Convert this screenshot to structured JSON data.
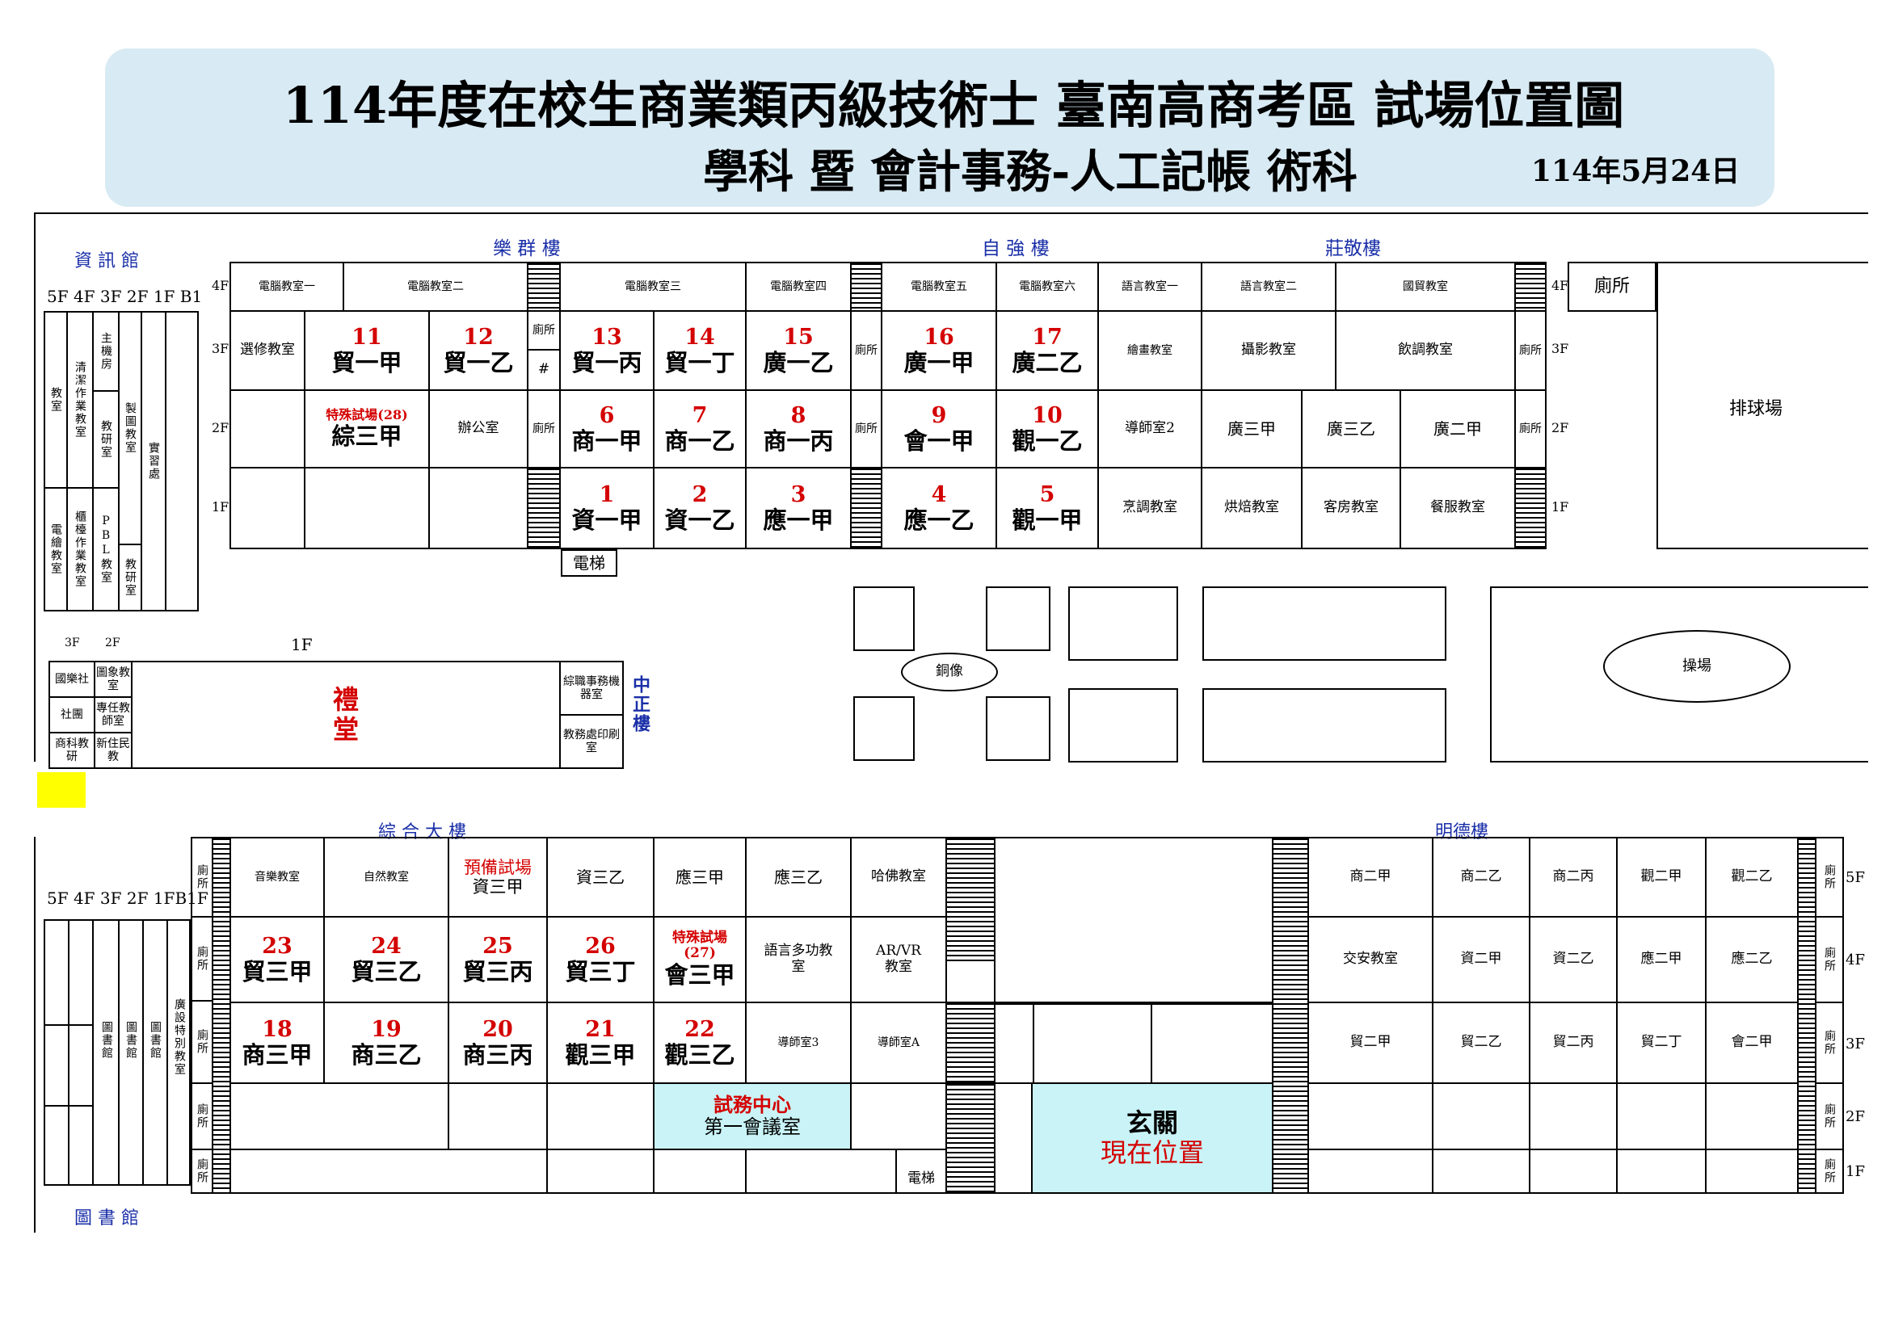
{
  "header": {
    "title_line1": "114年度在校生商業類丙級技術士 臺南高商考區 試場位置圖",
    "title_line2": "學科 暨 會計事務-人工記帳 術科",
    "date": "114年5月24日"
  },
  "colors": {
    "header_bg": "#d8eaf3",
    "exam_room_number": "#d40000",
    "building_label": "#1a2fa8",
    "highlight": "#c9f3f6",
    "marker": "#ffff00"
  },
  "buildings": {
    "info": "資 訊 館",
    "lequn": "樂 群 樓",
    "ziqiang": "自 強 樓",
    "zhuangjing": "莊敬樓",
    "zonghe": "綜 合 大 樓",
    "mingde": "明德樓",
    "library": "圖 書 館",
    "zhongzheng": "中正樓"
  },
  "floors": {
    "f1": "1F",
    "f2": "2F",
    "f3": "3F",
    "f4": "4F",
    "f5": "5F",
    "info_row": "5F 4F 3F 2F 1F B1",
    "lib_row": "5F 4F 3F 2F 1FB1F"
  },
  "info_rooms": {
    "a": "教室",
    "b": "清潔作業教室",
    "c": "主機房",
    "d": "教研室",
    "e": "製圖教室",
    "f": "實習處",
    "g": "電繪教室",
    "h": "櫃檯作業教室",
    "i": "PBL教室",
    "j": "教研室"
  },
  "north": {
    "f4": [
      "電腦教室一",
      "電腦教室二",
      "電腦教室三",
      "電腦教室四",
      "電腦教室五",
      "電腦教室六",
      "語言教室一",
      "語言教室二",
      "國貿教室"
    ],
    "f3_misc": [
      "選修教室",
      "繪畫教室",
      "攝影教室",
      "飲調教室"
    ],
    "f2_misc": [
      "辦公室",
      "導師室2",
      "廣三甲",
      "廣三乙",
      "廣二甲"
    ],
    "f1_misc": [
      "烹調教室",
      "烘焙教室",
      "客房教室",
      "餐服教室"
    ],
    "toilet": "廁所",
    "elevator": "電梯",
    "restroom_top": "廁所",
    "volleyball": "排球場",
    "hash": "#",
    "exams": [
      {
        "n": "11",
        "c": "貿一甲"
      },
      {
        "n": "12",
        "c": "貿一乙"
      },
      {
        "n": "13",
        "c": "貿一丙"
      },
      {
        "n": "14",
        "c": "貿一丁"
      },
      {
        "n": "15",
        "c": "廣一乙"
      },
      {
        "n": "16",
        "c": "廣一甲"
      },
      {
        "n": "17",
        "c": "廣二乙"
      },
      {
        "n": "6",
        "c": "商一甲"
      },
      {
        "n": "7",
        "c": "商一乙"
      },
      {
        "n": "8",
        "c": "商一丙"
      },
      {
        "n": "9",
        "c": "會一甲"
      },
      {
        "n": "10",
        "c": "觀一乙"
      },
      {
        "n": "1",
        "c": "資一甲"
      },
      {
        "n": "2",
        "c": "資一乙"
      },
      {
        "n": "3",
        "c": "應一甲"
      },
      {
        "n": "4",
        "c": "應一乙"
      },
      {
        "n": "5",
        "c": "觀一甲"
      }
    ],
    "special": {
      "label": "特殊試場(28)",
      "c": "綜三甲"
    }
  },
  "middle": {
    "hall_line1": "禮",
    "hall_line2": "堂",
    "floor_labels": [
      "3F",
      "2F",
      "1F"
    ],
    "left_rooms": [
      "國樂社",
      "圖象教室",
      "社團",
      "專任教師室",
      "商科教研",
      "新住民教"
    ],
    "right_rooms": [
      "綜職事務機器室",
      "教務處印刷室"
    ],
    "statue": "銅像",
    "playground": "操場"
  },
  "south": {
    "f5": [
      "音樂教室",
      "自然教室",
      "資三乙",
      "應三甲",
      "應三乙",
      "哈佛教室"
    ],
    "reserve": {
      "label": "預備試場",
      "c": "資三甲"
    },
    "exams": [
      {
        "n": "23",
        "c": "貿三甲"
      },
      {
        "n": "24",
        "c": "貿三乙"
      },
      {
        "n": "25",
        "c": "貿三丙"
      },
      {
        "n": "26",
        "c": "貿三丁"
      },
      {
        "n": "18",
        "c": "商三甲"
      },
      {
        "n": "19",
        "c": "商三乙"
      },
      {
        "n": "20",
        "c": "商三丙"
      },
      {
        "n": "21",
        "c": "觀三甲"
      },
      {
        "n": "22",
        "c": "觀三乙"
      }
    ],
    "special": {
      "label1": "特殊試場",
      "label2": "(27)",
      "c": "會三甲"
    },
    "f4_misc": [
      "語言多功教室",
      "AR/VR教室"
    ],
    "f3_misc": [
      "導師室3",
      "導師室A"
    ],
    "exam_center": "試務中心",
    "meeting_room": "第一會議室",
    "elevator": "電梯",
    "lobby": "玄關",
    "you_are_here": "現在位置",
    "library_col": [
      "圖書館",
      "圖書館",
      "圖書館"
    ],
    "special_classroom": "廣設特別教室",
    "toilet": "廁所",
    "mingde_f5": [
      "商二甲",
      "商二乙",
      "商二丙",
      "觀二甲",
      "觀二乙"
    ],
    "mingde_f4": [
      "交安教室",
      "資二甲",
      "資二乙",
      "應二甲",
      "應二乙"
    ],
    "mingde_f3": [
      "貿二甲",
      "貿二乙",
      "貿二丙",
      "貿二丁",
      "會二甲"
    ]
  }
}
